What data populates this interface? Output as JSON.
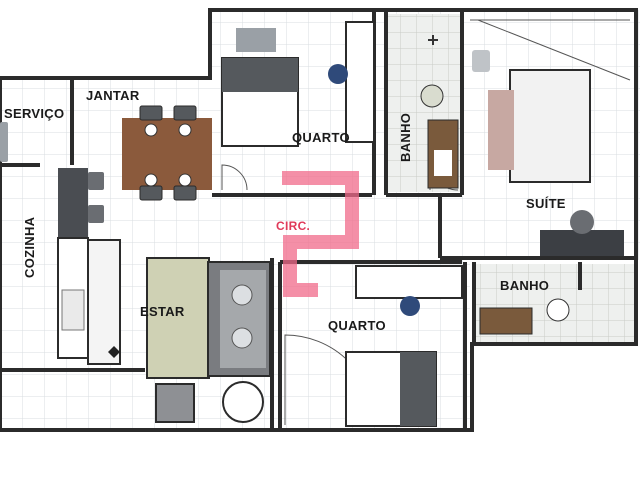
{
  "rooms": {
    "servico": "SERVIÇO",
    "jantar": "JANTAR",
    "cozinha": "COZINHA",
    "estar": "ESTAR",
    "quarto_top": "QUARTO",
    "banho_center": "BANHO",
    "suite": "SUÍTE",
    "circulacao": "CIRC.",
    "banho_right": "BANHO",
    "quarto_bottom": "QUARTO"
  },
  "colors": {
    "wall": "#2b2b2b",
    "floor": "#ffffff",
    "tile_grid": "#d9dde0",
    "wood_table": "#8b5a3c",
    "sofa": "#cfd1b4",
    "bed_frame": "#6e6e6e",
    "bath_fixture": "#d9dccf",
    "circ_marker": "#f06a8a"
  },
  "icons": [
    "dining-table-icon",
    "chair-icon",
    "bed-icon",
    "pillow-icon",
    "sofa-icon",
    "armchair-icon",
    "toilet-icon",
    "sink-icon",
    "shower-icon",
    "desk-icon",
    "plant-icon",
    "washing-machine-icon",
    "stove-icon",
    "refrigerator-icon",
    "round-table-icon"
  ]
}
